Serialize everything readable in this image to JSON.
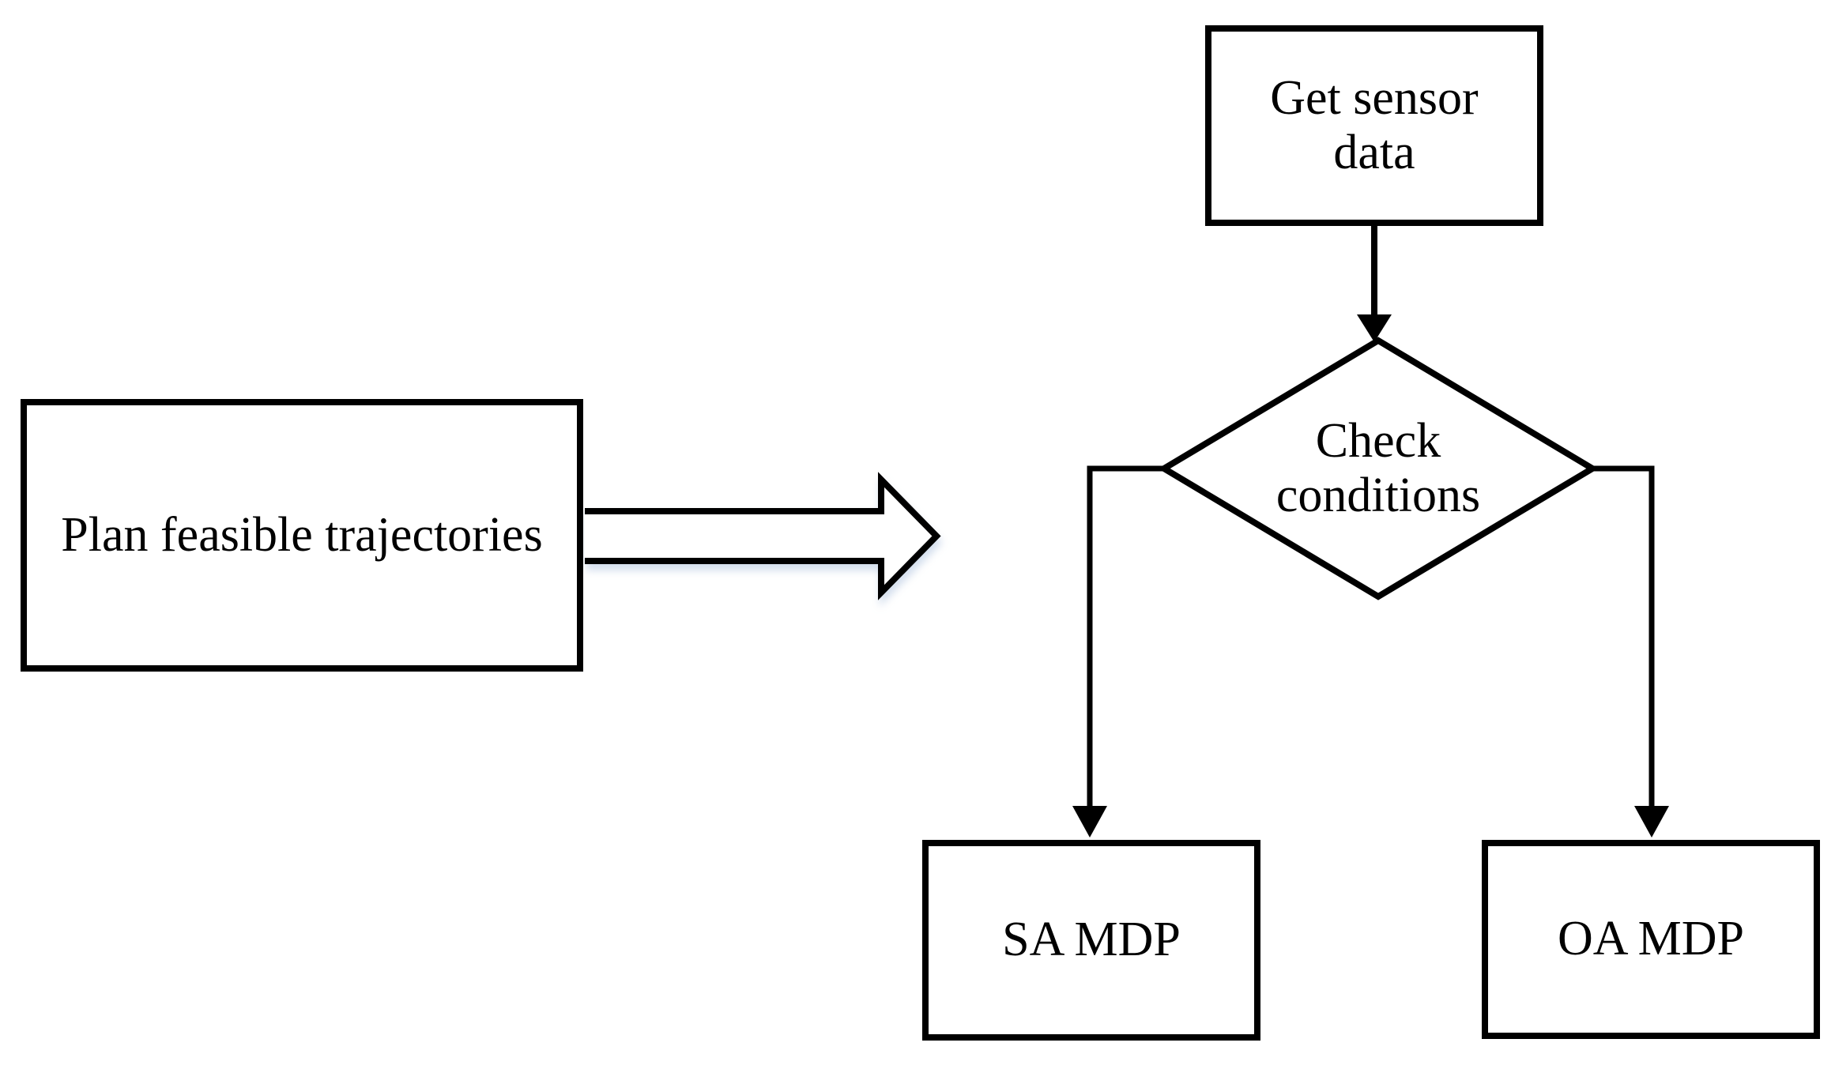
{
  "figure": {
    "background_color": "#ffffff",
    "stroke_color": "#000000",
    "node_fill_color": "#ffffff",
    "block_arrow_shadow_color": "#bbcce4",
    "nodes": {
      "plan": {
        "label": "Plan feasible trajectories",
        "shape": "rectangle"
      },
      "get_sensor": {
        "label": "Get sensor data",
        "shape": "rectangle"
      },
      "check": {
        "label": "Check conditions",
        "shape": "diamond"
      },
      "sa_mdp": {
        "label": "SA MDP",
        "shape": "rectangle"
      },
      "oa_mdp": {
        "label": "OA MDP",
        "shape": "rectangle"
      }
    },
    "edges": [
      {
        "from": "plan",
        "to": "check",
        "style": "outlined-block-arrow",
        "direction": "right"
      },
      {
        "from": "get_sensor",
        "to": "check",
        "style": "straight-arrow",
        "direction": "down"
      },
      {
        "from": "check",
        "to": "sa_mdp",
        "style": "elbow-arrow",
        "direction": "left-down"
      },
      {
        "from": "check",
        "to": "oa_mdp",
        "style": "elbow-arrow",
        "direction": "right-down"
      }
    ]
  }
}
